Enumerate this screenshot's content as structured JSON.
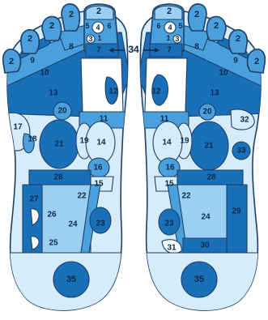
{
  "colors": {
    "dark": "#1a70b8",
    "mid": "#4aa0dc",
    "light": "#9cd0f2",
    "pale": "#d6ecfa",
    "white": "#ffffff",
    "outline": "#1e3f66"
  },
  "pointer_label": "34",
  "left_foot": {
    "toe_labels": [
      "2",
      "2",
      "2",
      "2"
    ],
    "big_toe_labels": [
      "2",
      "5",
      "4",
      "6",
      "1",
      "3",
      "7"
    ],
    "zone_labels": [
      "9",
      "10",
      "8",
      "13",
      "12",
      "11",
      "17",
      "18",
      "20",
      "21",
      "19",
      "14",
      "16",
      "15",
      "28",
      "27",
      "22",
      "26",
      "24",
      "23",
      "25",
      "35"
    ]
  },
  "right_foot": {
    "toe_labels": [
      "2",
      "2",
      "2",
      "2"
    ],
    "big_toe_labels": [
      "2",
      "6",
      "4",
      "5",
      "1",
      "3",
      "7"
    ],
    "zone_labels": [
      "8",
      "9",
      "10",
      "13",
      "12",
      "11",
      "20",
      "32",
      "14",
      "19",
      "21",
      "33",
      "16",
      "15",
      "28",
      "22",
      "29",
      "24",
      "23",
      "31",
      "30",
      "35"
    ]
  }
}
